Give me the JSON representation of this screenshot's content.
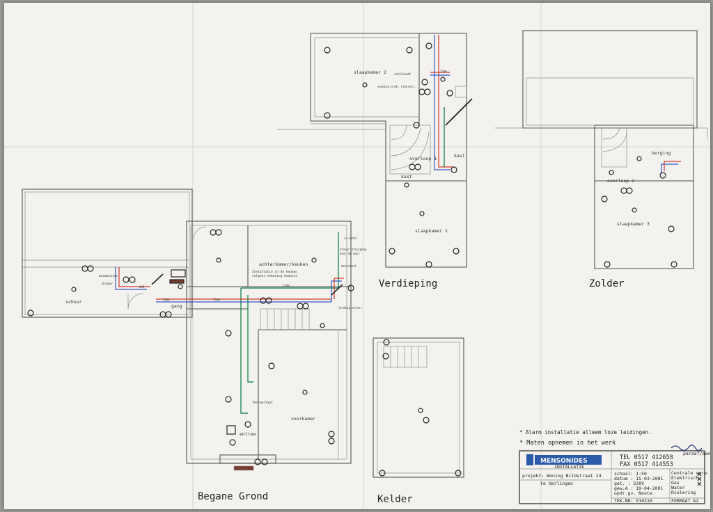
{
  "floors": {
    "ground": "Begane Grond",
    "first": "Verdieping",
    "attic": "Zolder",
    "basement": "Kelder"
  },
  "rooms": {
    "schuur": "schuur",
    "gang": "gang",
    "achterkamer": "achterkamer/keuken",
    "keuken_note1": "Installatie in de keuken",
    "keuken_note2": "volgens tekening keukens",
    "voorkamer": "voorkamer",
    "entree": "entree",
    "slaapkamer1": "slaapkamer 1",
    "slaapkamer2": "slaapkamer 2",
    "slaapkamer3": "slaapkamer 3",
    "overloop1": "overloop 1",
    "overloop2": "overloop 2",
    "kast": "kast",
    "kast2": "kast",
    "berging": "berging",
    "wc": "wc"
  },
  "annotations": {
    "thermostaat": "thermostaat",
    "wasmachine": "wasmachine",
    "droger": "droger",
    "voeding": "voeding elek. vloerver.",
    "ventunit": "ventilandt",
    "afvoer": "afvoer afzuigkap",
    "afvoer2": "door de muur",
    "cv": "cv-ketel",
    "leiding": "leiding kolver",
    "meterkast": "meterkast",
    "m1": "12mm",
    "m2": "15mm",
    "m3": "22mm"
  },
  "notes": {
    "alarm": "* Alarm installatie alleem loze leidingen.",
    "maten": "* Maten opnemen in het werk"
  },
  "title_block": {
    "company": "MENSONIDES",
    "subtitle": "INSTALLATIE",
    "tel": "TEL 0517 412658",
    "fax": "FAX 0517 414553",
    "project": "projekt: Woning Bildstraat 24",
    "place": "te Harlingen",
    "schaal": "schaal: 1:50",
    "datum": "datum : 15-03-2001",
    "get": "get.   : 230V",
    "gew": "gew.A  : 19-04-2001",
    "opdr": "opdr.gv. Noute",
    "teknr": "TEK.NR: 010310",
    "formaat": "FORMAAT  A2",
    "categories": [
      "Centrale verw.",
      "Elektrisch",
      "Gas",
      "Water",
      "Riolering"
    ],
    "paraaf": "paraaf/aanbest."
  },
  "colors": {
    "paper": "#f4f2ee",
    "wall": "#6b6b6b",
    "pipe_green": "#1f8a55",
    "pipe_blue": "#2d55c8",
    "pipe_red": "#d0342c",
    "logo_blue": "#2a5aa8"
  }
}
